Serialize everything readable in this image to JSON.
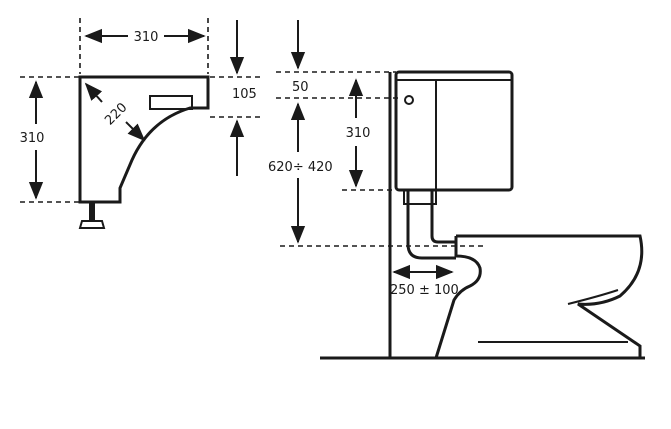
{
  "diagram": {
    "side_view": {
      "width_label": "310",
      "height_label": "310",
      "diagonal_label": "220",
      "right_label": "105"
    },
    "install_view": {
      "top_label": "50",
      "tank_height_label": "310",
      "range_label": "620÷ 420",
      "offset_label": "250 ± 100"
    }
  }
}
